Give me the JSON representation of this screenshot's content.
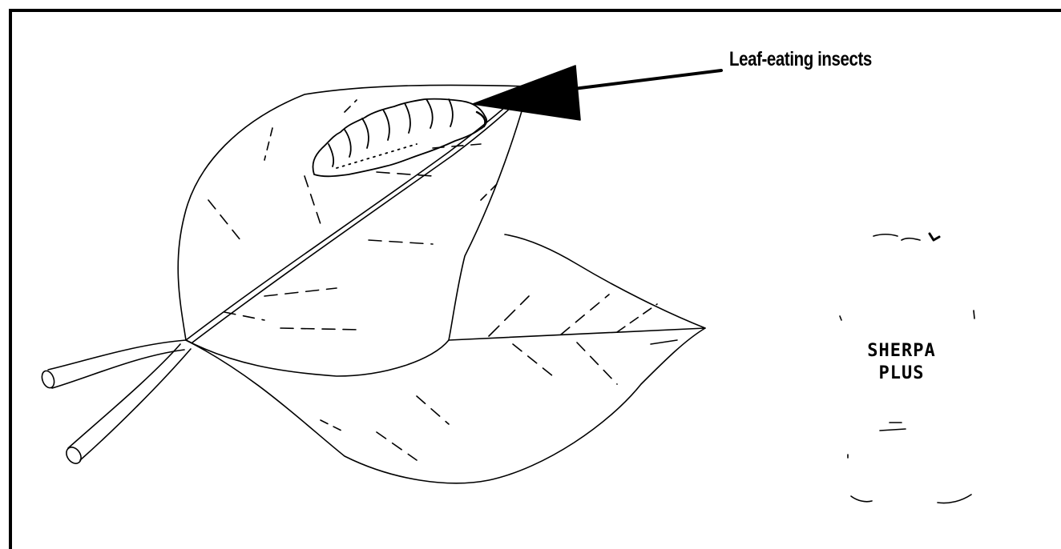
{
  "diagram": {
    "callout": {
      "label": "Leaf-eating insects"
    },
    "product": {
      "line1": "SHERPA",
      "line2": "PLUS"
    }
  },
  "colors": {
    "ink": "#000000",
    "background": "#ffffff"
  }
}
